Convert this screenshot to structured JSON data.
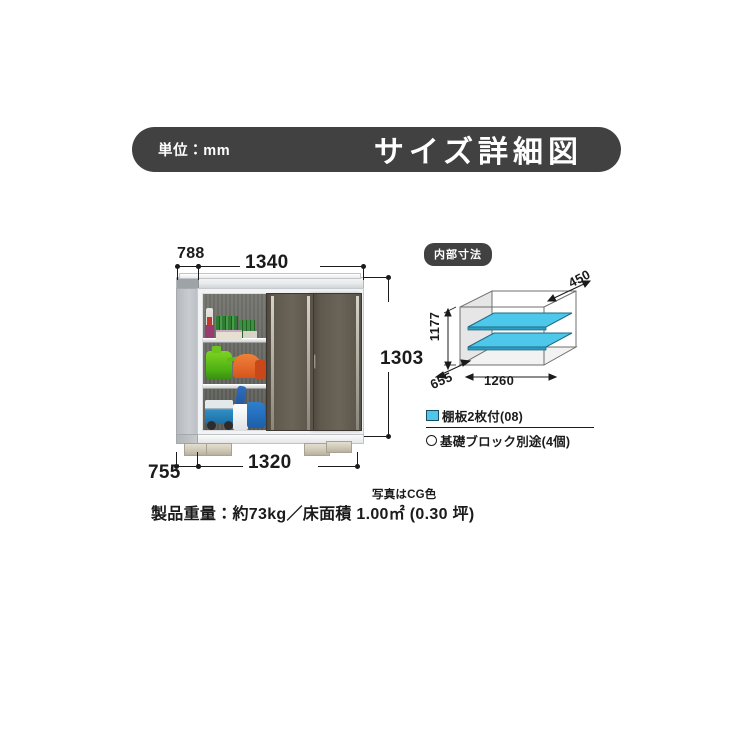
{
  "header": {
    "unit_label": "単位：mm",
    "title": "サイズ詳細図",
    "bar_color": "#414141"
  },
  "exterior": {
    "depth_top_label": "788",
    "width_top_label": "1340",
    "height_label": "1303",
    "depth_bottom_label": "755",
    "width_bottom_label": "1320"
  },
  "interior": {
    "badge": "内部寸法",
    "height_label": "1177",
    "depth_top_label": "450",
    "depth_bottom_label": "655",
    "width_label": "1260",
    "shelf_color": "#4ec8ea"
  },
  "legend": {
    "shelf_item": "棚板2枚付(08)",
    "block_item": "基礎ブロック別途(4個)"
  },
  "footer": {
    "cg_note": "写真はCG色",
    "spec_note": "製品重量：約73kg／床面積 1.00㎡ (0.30 坪)"
  }
}
